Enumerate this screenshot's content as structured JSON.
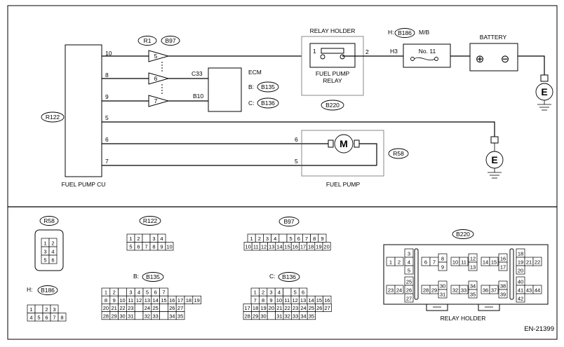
{
  "code": "EN-21399",
  "fuel_pump_cu": {
    "label": "FUEL PUMP CU",
    "connector": "R122"
  },
  "ecm": {
    "label": "ECM",
    "b_prefix": "B:",
    "b_conn": "B135",
    "c_prefix": "C:",
    "c_conn": "B136"
  },
  "relay_holder": {
    "title": "RELAY HOLDER",
    "relay_label_1": "FUEL PUMP",
    "relay_label_2": "RELAY",
    "connector": "B220"
  },
  "battery": {
    "label": "BATTERY",
    "plus": "⊕",
    "minus": "⊖"
  },
  "mb": {
    "prefix": "H:",
    "connector": "B186",
    "suffix": "M/B",
    "fuse": "No. 11",
    "wire": "H3"
  },
  "fuel_pump": {
    "label": "FUEL PUMP",
    "connector": "R58",
    "motor": "M"
  },
  "joint": {
    "left": "R1",
    "right": "B97"
  },
  "ground": "E",
  "pins": {
    "cu": [
      "10",
      "8",
      "9",
      "5",
      "6",
      "7"
    ],
    "joint": [
      "5",
      "6",
      "7"
    ],
    "ecm": [
      "C33",
      "B10"
    ],
    "relay": [
      "1",
      "2"
    ],
    "pump": [
      "6",
      "5"
    ]
  },
  "connectors": {
    "r58": {
      "name": "R58",
      "rows": [
        [
          "1",
          "2"
        ],
        [
          "3",
          "4"
        ],
        [
          "5",
          "6"
        ]
      ]
    },
    "r122": {
      "name": "R122",
      "rows": [
        [
          "1",
          "2",
          "",
          "3",
          "4"
        ],
        [
          "5",
          "6",
          "7",
          "8",
          "9",
          "10"
        ]
      ]
    },
    "b97": {
      "name": "B97",
      "rows": [
        [
          "1",
          "2",
          "3",
          "4",
          "",
          "5",
          "6",
          "7",
          "8",
          "9"
        ],
        [
          "10",
          "11",
          "12",
          "13",
          "14",
          "15",
          "16",
          "17",
          "18",
          "19",
          "20"
        ]
      ]
    },
    "h": {
      "prefix": "H:",
      "name": "B186",
      "rows": [
        [
          "1",
          "",
          "2",
          "3"
        ],
        [
          "4",
          "5",
          "6",
          "7",
          "8"
        ]
      ]
    },
    "b": {
      "prefix": "B:",
      "name": "B135",
      "rows": [
        [
          "1",
          "2",
          "",
          "3",
          "4",
          "5",
          "6",
          "7"
        ],
        [
          "8",
          "9",
          "10",
          "11",
          "12",
          "13",
          "14",
          "15",
          "16",
          "17",
          "18",
          "19"
        ],
        [
          "20",
          "21",
          "22",
          "23",
          "",
          "24",
          "25",
          "",
          "26",
          "27"
        ],
        [
          "28",
          "29",
          "30",
          "31",
          "",
          "32",
          "33",
          "",
          "34",
          "35"
        ]
      ]
    },
    "c": {
      "prefix": "C:",
      "name": "B136",
      "rows": [
        [
          "1",
          "2",
          "3",
          "4",
          "",
          "5",
          "6"
        ],
        [
          "7",
          "8",
          "9",
          "10",
          "11",
          "12",
          "13",
          "14",
          "15",
          "16"
        ],
        [
          "17",
          "18",
          "19",
          "20",
          "21",
          "22",
          "23",
          "24",
          "25",
          "26",
          "27"
        ],
        [
          "28",
          "29",
          "30",
          "",
          "31",
          "32",
          "33",
          "34",
          "35"
        ]
      ]
    },
    "b220": {
      "name": "B220",
      "holder": "RELAY HOLDER",
      "cells": [
        "3",
        "1",
        "2",
        "4",
        "5",
        "25",
        "23",
        "24",
        "26",
        "27",
        "6",
        "7",
        "8",
        "9",
        "28",
        "29",
        "30",
        "31",
        "10",
        "11",
        "12",
        "13",
        "32",
        "33",
        "34",
        "35",
        "14",
        "15",
        "16",
        "17",
        "36",
        "37",
        "38",
        "39",
        "18",
        "19",
        "21",
        "22",
        "20",
        "40",
        "41",
        "43",
        "44",
        "42"
      ]
    }
  }
}
